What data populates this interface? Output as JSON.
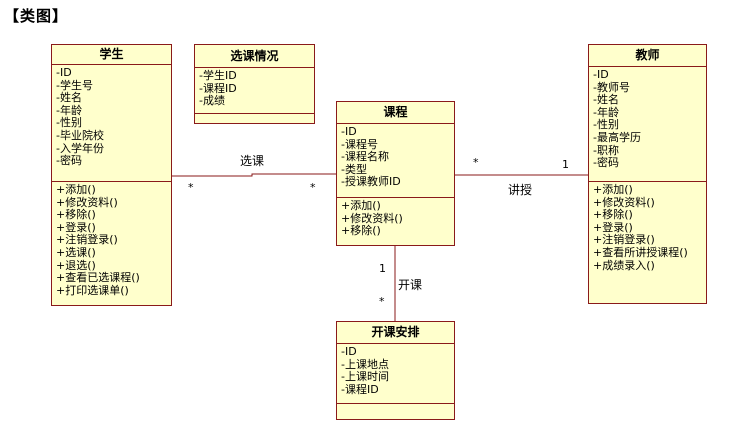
{
  "page_title": "【类图】",
  "classes": {
    "student": {
      "name": "学生",
      "attributes": [
        "-ID",
        "-学生号",
        "-姓名",
        "-年龄",
        "-性别",
        "-毕业院校",
        "-入学年份",
        "-密码"
      ],
      "operations": [
        "+添加()",
        "+修改资料()",
        "+移除()",
        "+登录()",
        "+注销登录()",
        "+选课()",
        "+退选()",
        "+查看已选课程()",
        "+打印选课单()"
      ]
    },
    "enrollment": {
      "name": "选课情况",
      "attributes": [
        "-学生ID",
        "-课程ID",
        "-成绩"
      ],
      "operations": []
    },
    "course": {
      "name": "课程",
      "attributes": [
        "-ID",
        "-课程号",
        "-课程名称",
        "-类型",
        "-授课教师ID"
      ],
      "operations": [
        "+添加()",
        "+修改资料()",
        "+移除()"
      ]
    },
    "teacher": {
      "name": "教师",
      "attributes": [
        "-ID",
        "-教师号",
        "-姓名",
        "-年龄",
        "-性别",
        "-最高学历",
        "-职称",
        "-密码"
      ],
      "operations": [
        "+添加()",
        "+修改资料()",
        "+移除()",
        "+登录()",
        "+注销登录()",
        "+查看所讲授课程()",
        "+成绩录入()"
      ]
    },
    "schedule": {
      "name": "开课安排",
      "attributes": [
        "-ID",
        "-上课地点",
        "-上课时间",
        "-课程ID"
      ],
      "operations": []
    }
  },
  "associations": {
    "select_course": {
      "label": "选课",
      "student_multiplicity": "*",
      "course_multiplicity": "*"
    },
    "teach": {
      "label": "讲授",
      "course_multiplicity": "*",
      "teacher_multiplicity": "1"
    },
    "offer": {
      "label": "开课",
      "course_multiplicity": "1",
      "schedule_multiplicity": "*"
    }
  },
  "colors": {
    "class_fill": "#ffffcc",
    "class_border": "#8a1a1a",
    "link": "#8a1a1a"
  }
}
